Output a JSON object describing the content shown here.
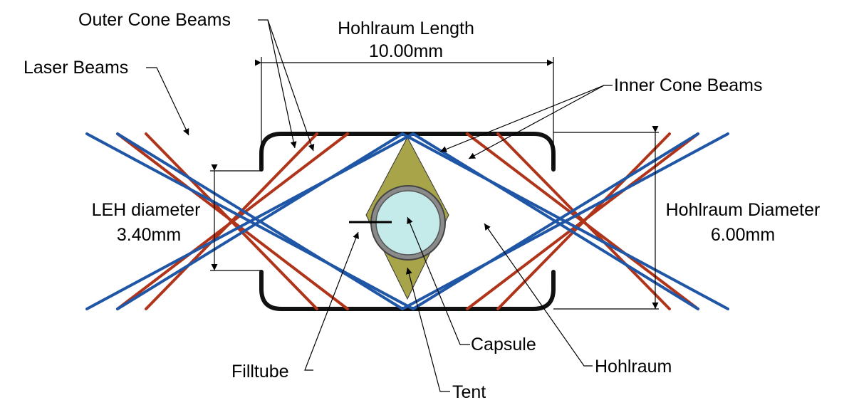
{
  "labels": {
    "outer_cone_beams": "Outer Cone Beams",
    "laser_beams": "Laser Beams",
    "inner_cone_beams": "Inner Cone Beams",
    "hohlraum_length": "Hohlraum Length",
    "hohlraum_length_value": "10.00mm",
    "leh_diameter": "LEH diameter",
    "leh_diameter_value": "3.40mm",
    "hohlraum_diameter": "Hohlraum Diameter",
    "hohlraum_diameter_value": "6.00mm",
    "filltube": "Filltube",
    "capsule": "Capsule",
    "tent": "Tent",
    "hohlraum": "Hohlraum"
  },
  "colors": {
    "inner_beam": "#1f56a6",
    "outer_beam": "#b0341a",
    "tent": "#a8a44a",
    "capsule_fill": "#c4ebea",
    "capsule_shell": "#8a8a8a",
    "hohlraum_wall": "#111111"
  }
}
